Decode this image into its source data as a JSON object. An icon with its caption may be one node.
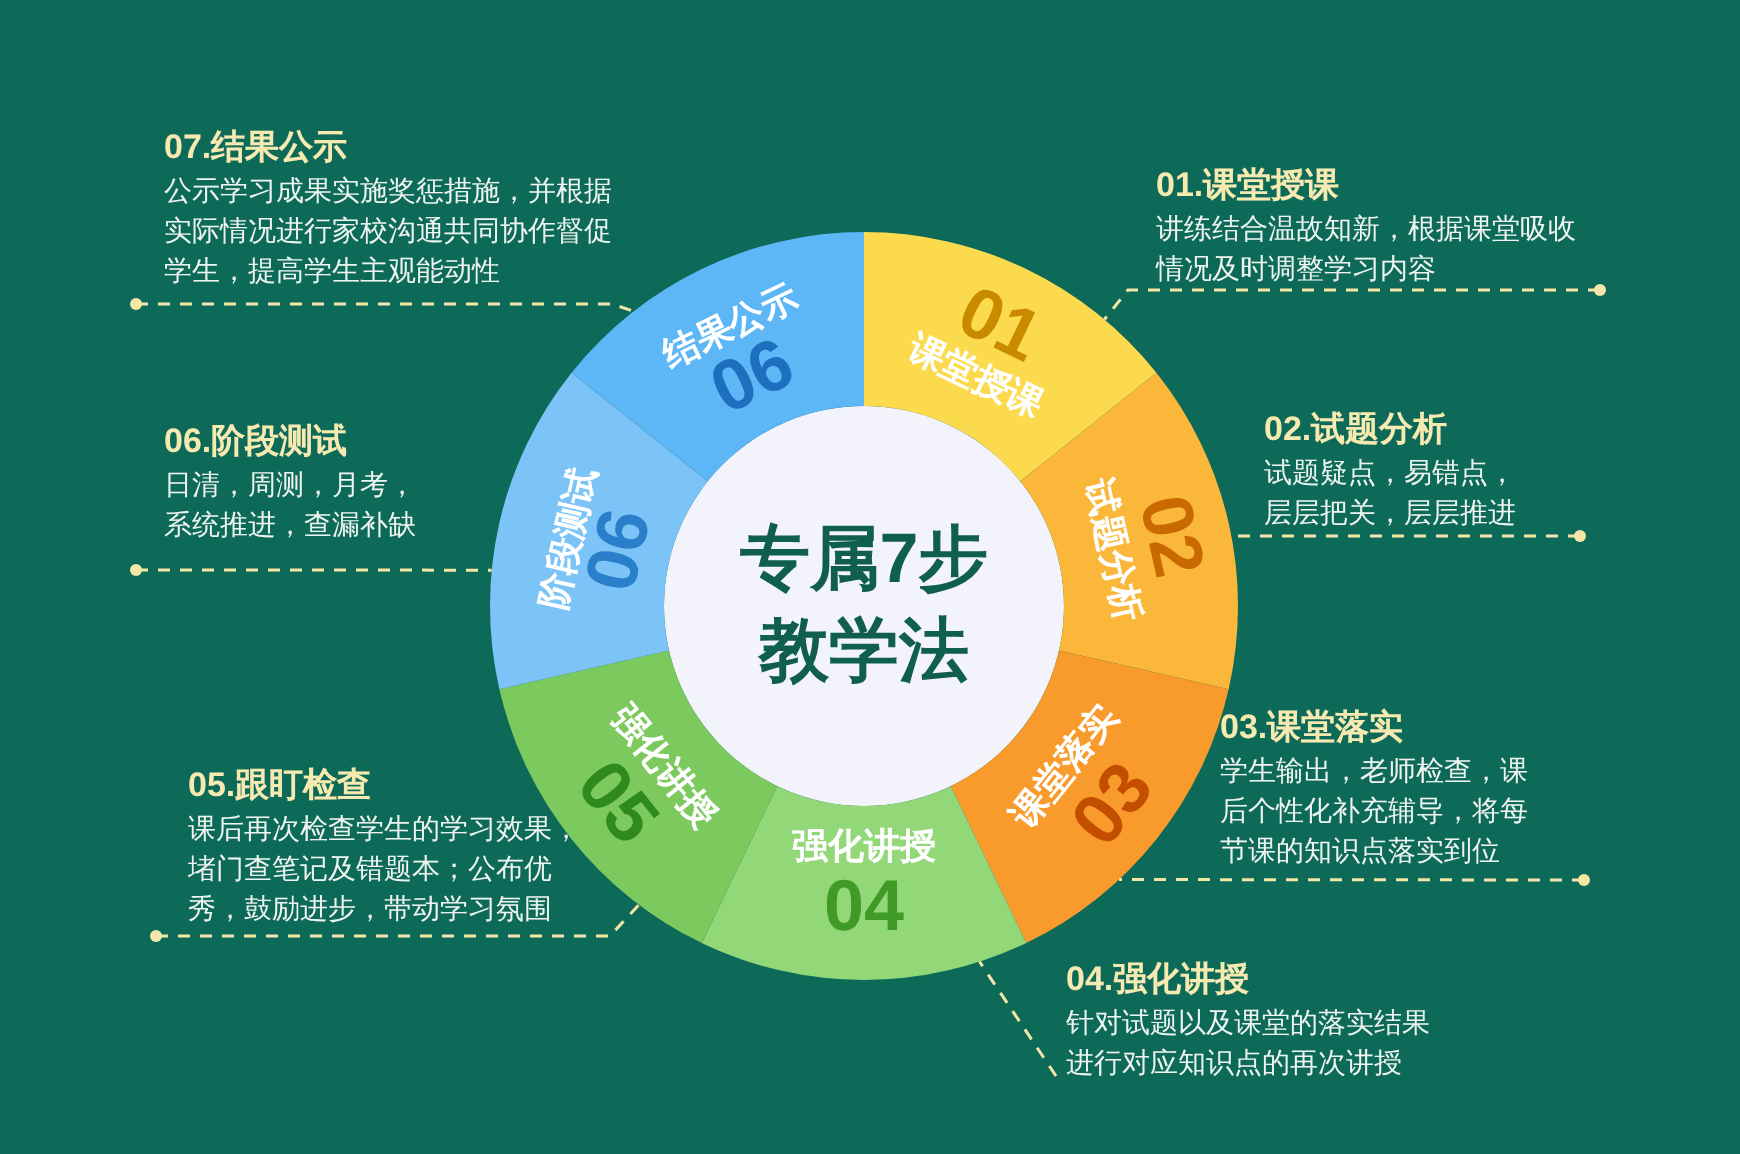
{
  "diagram": {
    "nodes": [
      {
        "text": [
          "专属7步教学法"
        ]
      },
      {
        "text": [
          "课堂授课",
          "01"
        ]
      },
      {
        "text": [
          "试题分析",
          "02"
        ]
      },
      {
        "text": [
          "课堂落实",
          "03"
        ]
      },
      {
        "text": [
          "强化讲授",
          "04"
        ]
      },
      {
        "text": [
          "强化讲授",
          "05"
        ]
      },
      {
        "text": [
          "阶段测试",
          "06"
        ]
      },
      {
        "text": [
          "结果公示",
          "06"
        ]
      },
      {
        "text": [
          "01.课堂授课",
          "讲练结合温故知新，根据课堂吸收情况及时调整学习内容"
        ]
      },
      {
        "text": [
          "02.试题分析",
          "试题疑点，易错点，层层把关，层层推进"
        ]
      },
      {
        "text": [
          "03.课堂落实",
          "学生输出，老师检查，课后个性化补充辅导，将每节课的知识点落实到位"
        ]
      },
      {
        "text": [
          "04.强化讲授",
          "针对试题以及课堂的落实结果进行对应知识点的再次讲授"
        ]
      },
      {
        "text": [
          "05.跟盯检查",
          "课后再次检查学生的学习效果，堵门查笔记及错题本；公布优秀，鼓励进步，带动学习氛围"
        ]
      },
      {
        "text": [
          "06.阶段测试",
          "日清，周测，月考，系统推进，查漏补缺"
        ]
      },
      {
        "text": [
          "07.结果公示",
          "公示学习成果实施奖惩措施，并根据实际情况进行家校沟通共同协作督促学生，提高学生主观能动性"
        ]
      }
    ],
    "edges": [
      {
        "from": 8,
        "to": 1,
        "arrow": "other",
        "style": "dashed"
      },
      {
        "from": 9,
        "to": 2,
        "arrow": "other",
        "style": "dashed"
      },
      {
        "from": 10,
        "to": 3,
        "arrow": "other",
        "style": "dashed"
      },
      {
        "from": 11,
        "to": 4,
        "arrow": "none",
        "style": "dashed"
      },
      {
        "from": 12,
        "to": 5,
        "arrow": "other",
        "style": "dashed"
      },
      {
        "from": 13,
        "to": 6,
        "arrow": "other",
        "style": "dashed"
      },
      {
        "from": 14,
        "to": 7,
        "arrow": "other",
        "style": "dashed"
      }
    ]
  }
}
